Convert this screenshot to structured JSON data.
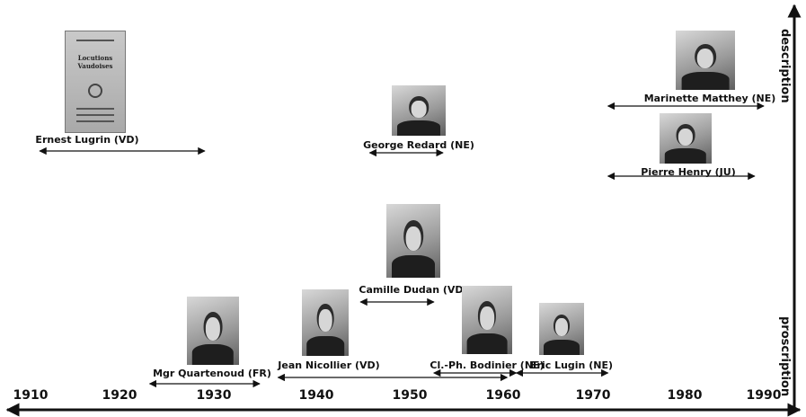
{
  "axis": {
    "years": [
      "1910",
      "1920",
      "1930",
      "1940",
      "1950",
      "1960",
      "1970",
      "1980",
      "1990"
    ],
    "top_label": "description",
    "bottom_label": "proscription"
  },
  "people": [
    {
      "name": "Ernest Lugrin (VD)",
      "start": 1911,
      "end": 1929,
      "image": "book-cover-Locutions-Vaudoises"
    },
    {
      "name": "George Redard (NE)",
      "start": 1947,
      "end": 1955,
      "image": "portrait-photo"
    },
    {
      "name": "Marinette Matthey (NE)",
      "start": 1973,
      "end": 1990,
      "image": "portrait-photo"
    },
    {
      "name": "Pierre Henry (JU)",
      "start": 1973,
      "end": 1989,
      "image": "portrait-photo"
    },
    {
      "name": "Camille Dudan (VD)",
      "start": 1946,
      "end": 1954,
      "image": "portrait-photo"
    },
    {
      "name": "Mgr Quartenoud (FR)",
      "start": 1923,
      "end": 1935,
      "image": "portrait-photo"
    },
    {
      "name": "Jean Nicollier (VD)",
      "start": 1937,
      "end": 1962,
      "image": "portrait-photo"
    },
    {
      "name": "Cl.-Ph. Bodinier (NE)",
      "start": 1954,
      "end": 1963,
      "image": "portrait-photo"
    },
    {
      "name": "Eric Lugin (NE)",
      "start": 1963,
      "end": 1973,
      "image": "portrait-photo"
    }
  ],
  "book_cover": {
    "title": "Locutions Vaudoises"
  }
}
